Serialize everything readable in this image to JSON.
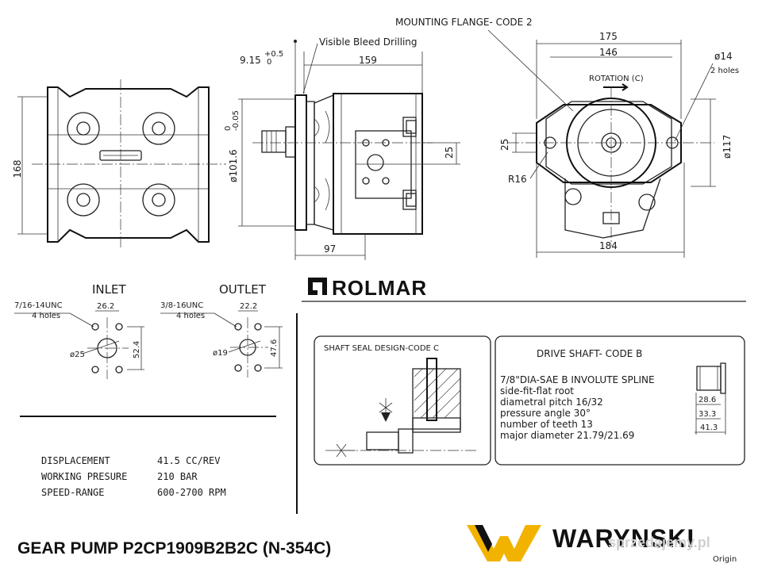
{
  "views": {
    "front": {
      "dim_height": "168"
    },
    "side": {
      "leader_bleed": "Visible Bleed Drilling",
      "dim_flange_offset": "9.15",
      "dim_flange_tol": "+0.5",
      "dim_flange_tol_low": "0",
      "dim_length": "159",
      "dim_pilot": "ø101.6",
      "dim_pilot_tol": "0",
      "dim_pilot_tol_low": "-0.05",
      "dim_port": "25",
      "dim_bottom": "97"
    },
    "flange": {
      "label": "MOUNTING FLANGE- CODE 2",
      "dim_175": "175",
      "dim_146": "146",
      "dim_hole": "ø14",
      "dim_hole_count": "2 holes",
      "rotation": "ROTATION (C)",
      "dim_25": "25",
      "dim_r16": "R16",
      "dim_117": "ø117",
      "dim_184": "184"
    }
  },
  "brand": {
    "name": "ROLMAR"
  },
  "inlet": {
    "label": "INLET",
    "thread": "7/16-14UNC",
    "holes": "4 holes",
    "dim_w": "26.2",
    "dim_h": "52.4",
    "dim_d": "ø25"
  },
  "outlet": {
    "label": "OUTLET",
    "thread": "3/8-16UNC",
    "holes": "4 holes",
    "dim_w": "22.2",
    "dim_h": "47.6",
    "dim_d": "ø19"
  },
  "specs": [
    {
      "label": "DISPLACEMENT",
      "value": "41.5 CC/REV"
    },
    {
      "label": "WORKING PRESURE",
      "value": "210 BAR"
    },
    {
      "label": "SPEED-RANGE",
      "value": "600-2700  RPM"
    }
  ],
  "shaft_seal": {
    "title": "SHAFT SEAL DESIGN-CODE C"
  },
  "drive_shaft": {
    "title": "DRIVE SHAFT- CODE B",
    "lines": [
      "7/8\"DIA-SAE B  INVOLUTE SPLINE",
      "side-fit-flat root",
      "diametral pitch 16/32",
      "pressure angle  30°",
      "number of teeth  13",
      "major diameter  21.79/21.69"
    ],
    "dim_a": "28.6",
    "dim_b": "33.3",
    "dim_c": "41.3"
  },
  "title": "GEAR PUMP  P2CP1909B2B2C (N-354C)",
  "logo": {
    "name": "WARYNSKI",
    "sub": "Origin",
    "accent": "#f2b300"
  },
  "watermark": "sprzedajemy.pl"
}
